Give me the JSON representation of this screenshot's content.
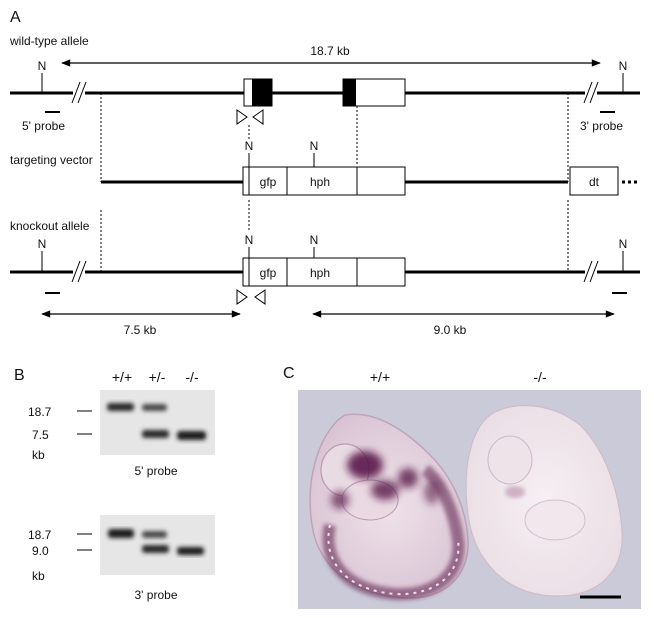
{
  "panel_a": {
    "panel_label": "A",
    "wildtype_label": "wild-type allele",
    "targeting_label": "targeting vector",
    "knockout_label": "knockout allele",
    "site_label": "N",
    "wt_span": "18.7 kb",
    "probe5": "5' probe",
    "probe3": "3' probe",
    "gfp": "gfp",
    "hph": "hph",
    "dt": "dt",
    "ko_span_left": "7.5 kb",
    "ko_span_right": "9.0 kb"
  },
  "panel_b": {
    "panel_label": "B",
    "genotypes": [
      "+/+",
      "+/-",
      "-/-"
    ],
    "blot1_sizes": [
      "18.7",
      "7.5"
    ],
    "blot1_unit": "kb",
    "blot1_probe": "5' probe",
    "blot2_sizes": [
      "18.7",
      "9.0"
    ],
    "blot2_unit": "kb",
    "blot2_probe": "3' probe"
  },
  "panel_c": {
    "panel_label": "C",
    "genotypes": [
      "+/+",
      "-/-"
    ]
  },
  "colors": {
    "line": "#000000",
    "blot_bg": "#e6e6e6",
    "band": "#2b2b2b",
    "photo_bg": "#c9c8d8",
    "stain": "#5a1b4a",
    "embryo_pale": "#ede5ea"
  }
}
